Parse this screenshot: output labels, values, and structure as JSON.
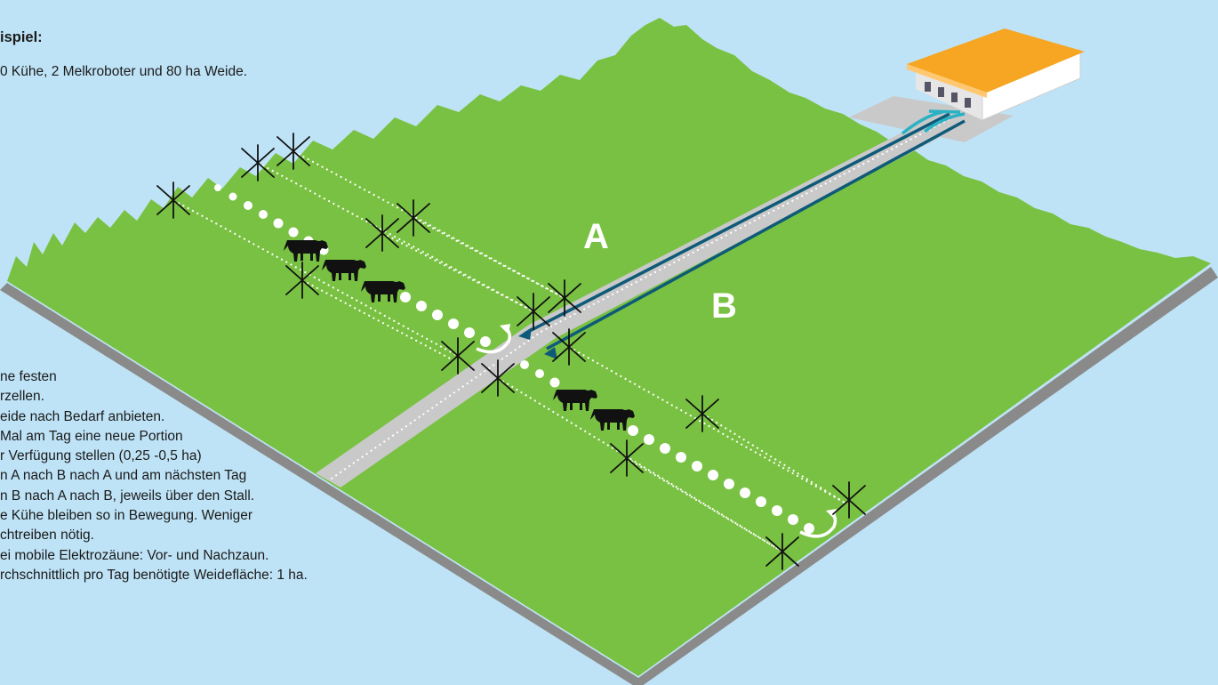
{
  "example": {
    "title": "ispiel:",
    "text": "0 Kühe, 2 Melkroboter und 80 ha Weide."
  },
  "notes": [
    "ne festen",
    "rzellen.",
    "eide nach Bedarf anbieten.",
    "Mal am Tag eine neue Portion",
    "r Verfügung stellen (0,25 -0,5 ha)",
    "n A nach B nach A und am nächsten Tag",
    "n B nach A nach B, jeweils über den Stall.",
    "e Kühe bleiben so in Bewegung. Weniger",
    "chtreiben nötig.",
    "ei mobile Elektrozäune: Vor- und Nachzaun.",
    "rchschnittlich pro Tag benötigte Weidefläche: 1 ha."
  ],
  "zones": {
    "a": "A",
    "b": "B"
  },
  "colors": {
    "background": "#bfe3f6",
    "grass": "#79c142",
    "grass_edge": "#8a8a8a",
    "lane": "#c9c9c9",
    "path_dark": "#0e5a78",
    "path_light": "#2bb0c4",
    "roof": "#f6a623",
    "fence": "#111111",
    "cow": "#111111",
    "dots": "#ffffff"
  },
  "icons": [
    "fence-post-icon",
    "cow-icon",
    "turn-arrow-icon",
    "barn-icon"
  ]
}
